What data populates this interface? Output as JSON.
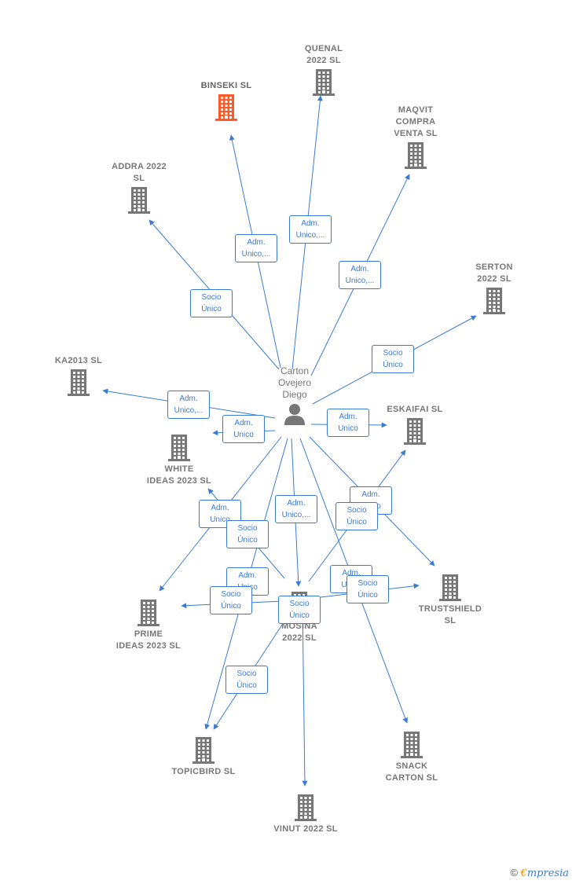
{
  "center": {
    "name": "Carton\nOvejero\nDiego",
    "icon": "person-icon"
  },
  "colors": {
    "edge": "#3a7bd5",
    "building": "#777777",
    "highlight": "#ff5a2a"
  },
  "nodes": [
    {
      "id": "quenal",
      "label": "QUENAL\n2022  SL",
      "highlight": false
    },
    {
      "id": "binseki",
      "label": "BINSEKI  SL",
      "highlight": true
    },
    {
      "id": "maqvit",
      "label": "MAQVIT\nCOMPRA\nVENTA  SL",
      "highlight": false
    },
    {
      "id": "addra",
      "label": "ADDRA 2022\nSL",
      "highlight": false
    },
    {
      "id": "serton",
      "label": "SERTON\n2022  SL",
      "highlight": false
    },
    {
      "id": "ka2013",
      "label": "KA2013  SL",
      "highlight": false
    },
    {
      "id": "eskaifai",
      "label": "ESKAIFAI  SL",
      "highlight": false
    },
    {
      "id": "white",
      "label": "WHITE\nIDEAS 2023  SL",
      "highlight": false
    },
    {
      "id": "trustshield",
      "label": "TRUSTSHIELD\nSL",
      "highlight": false
    },
    {
      "id": "prime",
      "label": "PRIME\nIDEAS 2023  SL",
      "highlight": false
    },
    {
      "id": "mosina",
      "label": "MOSINA\n2022  SL",
      "highlight": false
    },
    {
      "id": "topicbird",
      "label": "TOPICBIRD  SL",
      "highlight": false
    },
    {
      "id": "snack",
      "label": "SNACK\nCARTON  SL",
      "highlight": false
    },
    {
      "id": "vinut",
      "label": "VINUT 2022  SL",
      "highlight": false
    }
  ],
  "edge_labels": [
    {
      "id": "e-quenal",
      "text": "Adm.\nUnico,..."
    },
    {
      "id": "e-binseki",
      "text": "Adm.\nUnico,..."
    },
    {
      "id": "e-maqvit",
      "text": "Adm.\nUnico,..."
    },
    {
      "id": "e-addra",
      "text": "Socio\nÚnico"
    },
    {
      "id": "e-serton",
      "text": "Socio\nÚnico"
    },
    {
      "id": "e-ka2013",
      "text": "Adm.\nUnico,..."
    },
    {
      "id": "e-white",
      "text": "Adm.\nUnico"
    },
    {
      "id": "e-eskaifai",
      "text": "Adm.\nUnico"
    },
    {
      "id": "e-prime",
      "text": "Adm.\nUnico"
    },
    {
      "id": "e-mosina-a",
      "text": "Adm.\nUnico,..."
    },
    {
      "id": "e-trust-a",
      "text": "Adm.\nUnico"
    },
    {
      "id": "e-mosina-eskaifai",
      "text": "Socio\nÚnico"
    },
    {
      "id": "e-mosina-white",
      "text": "Socio\nÚnico"
    },
    {
      "id": "e-topic-a",
      "text": "Adm.\nUnico"
    },
    {
      "id": "e-mosina-prime",
      "text": "Socio\nÚnico"
    },
    {
      "id": "e-snack-a",
      "text": "Adm.\nUnico"
    },
    {
      "id": "e-mosina-trust",
      "text": "Socio\nÚnico"
    },
    {
      "id": "e-mosina-vinut",
      "text": "Socio\nÚnico"
    },
    {
      "id": "e-mosina-topic",
      "text": "Socio\nÚnico"
    }
  ],
  "watermark": {
    "copyright": "©",
    "brand_first": "€",
    "brand_rest": "mpresia"
  }
}
